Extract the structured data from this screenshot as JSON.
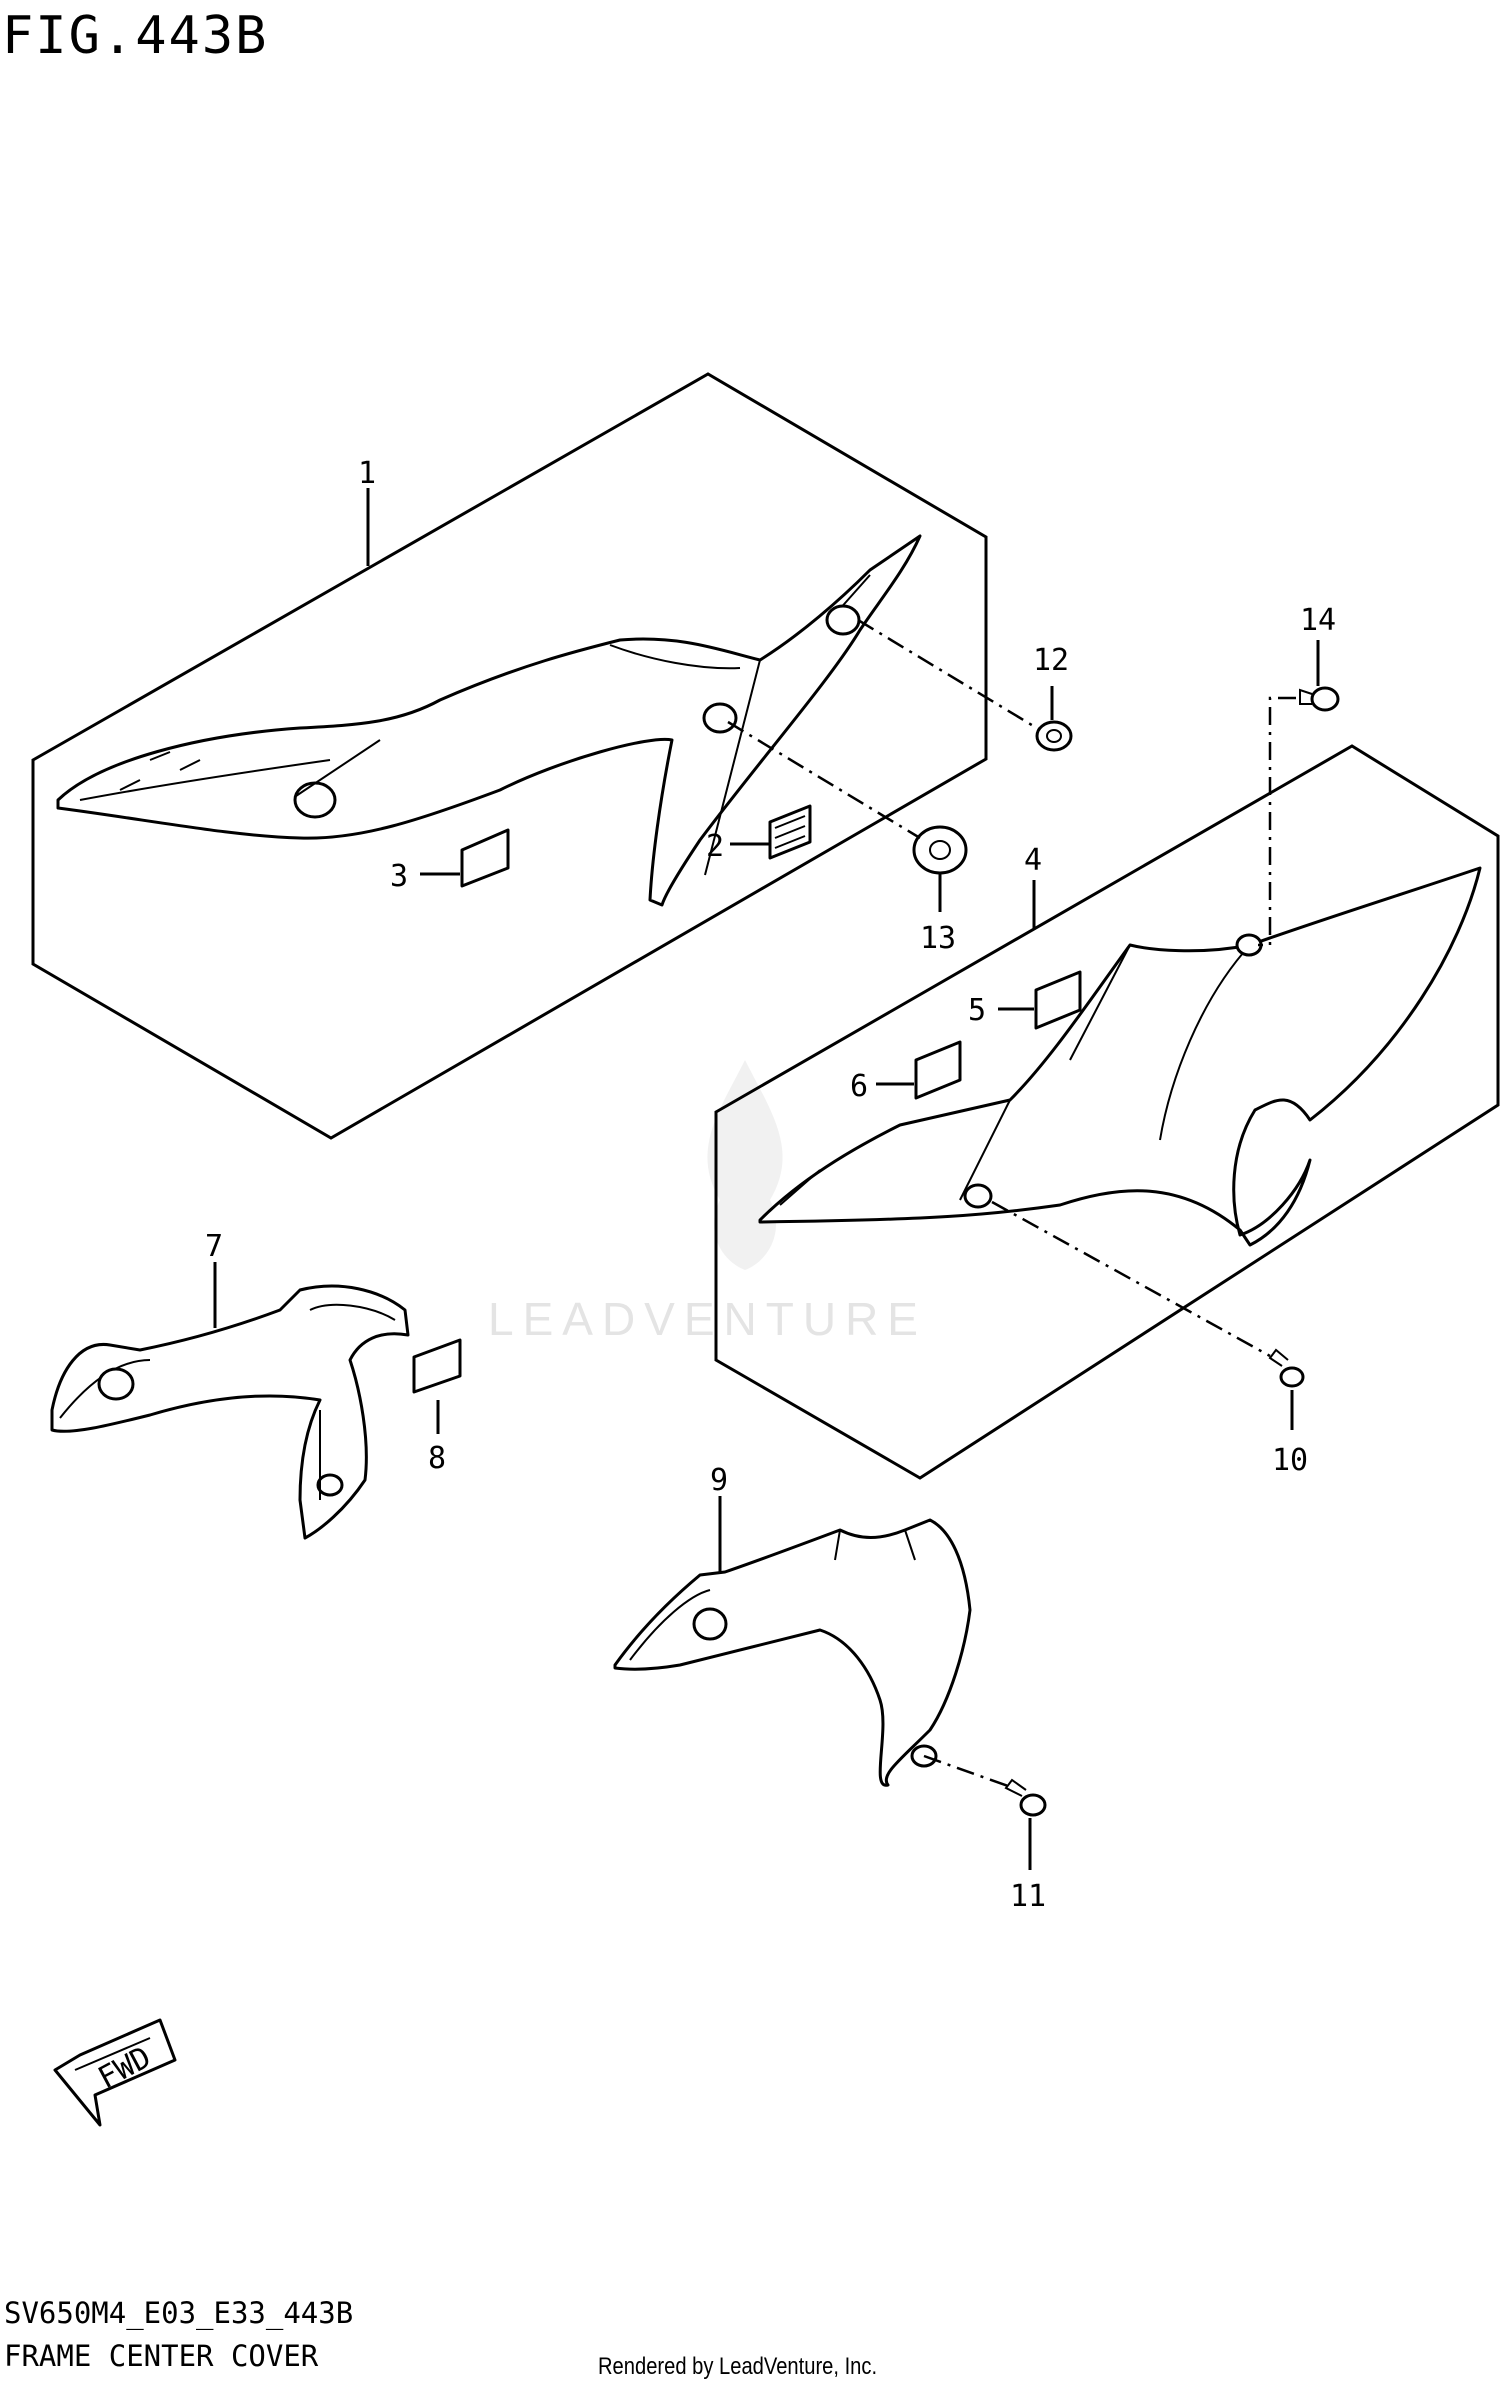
{
  "figure": {
    "title": "FIG.443B",
    "code": "SV650M4_E03_E33_443B",
    "name": "FRAME CENTER COVER",
    "credit": "Rendered by LeadVenture, Inc.",
    "watermark": "LEADVENTURE",
    "fwd_label": "FWD"
  },
  "callouts": {
    "c1": "1",
    "c2": "2",
    "c3": "3",
    "c4": "4",
    "c5": "5",
    "c6": "6",
    "c7": "7",
    "c8": "8",
    "c9": "9",
    "c10": "10",
    "c11": "11",
    "c12": "12",
    "c13": "13",
    "c14": "14"
  }
}
